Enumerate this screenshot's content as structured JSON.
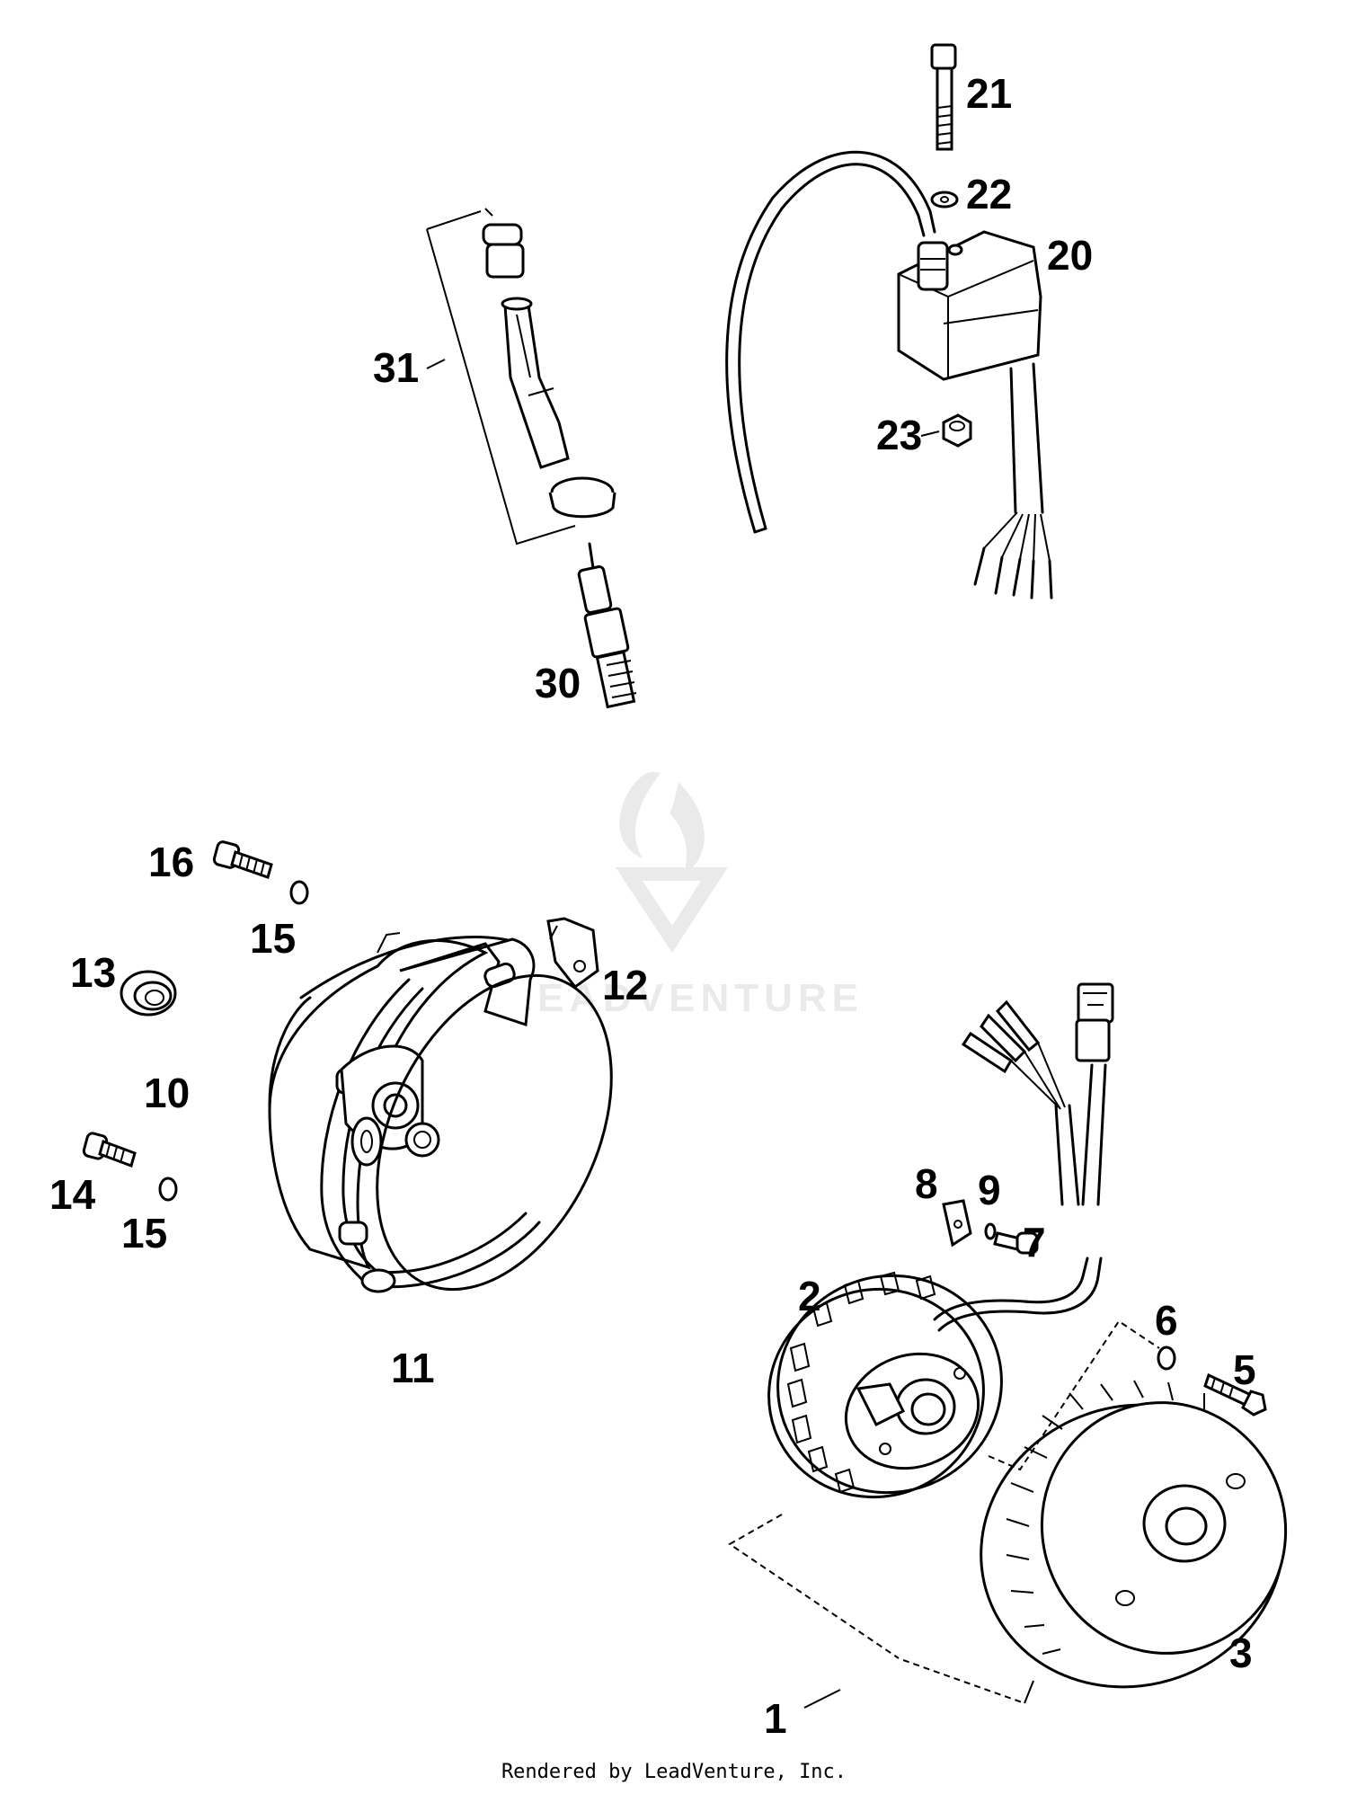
{
  "diagram": {
    "callouts": {
      "p1": "1",
      "p2": "2",
      "p3": "3",
      "p5": "5",
      "p6": "6",
      "p7": "7",
      "p8": "8",
      "p9": "9",
      "p10": "10",
      "p11": "11",
      "p12": "12",
      "p13": "13",
      "p14": "14",
      "p15a": "15",
      "p15b": "15",
      "p16": "16",
      "p20": "20",
      "p21": "21",
      "p22": "22",
      "p23": "23",
      "p30": "30",
      "p31": "31"
    },
    "watermark": "LEADVENTURE",
    "footer": "Rendered by LeadVenture, Inc."
  }
}
